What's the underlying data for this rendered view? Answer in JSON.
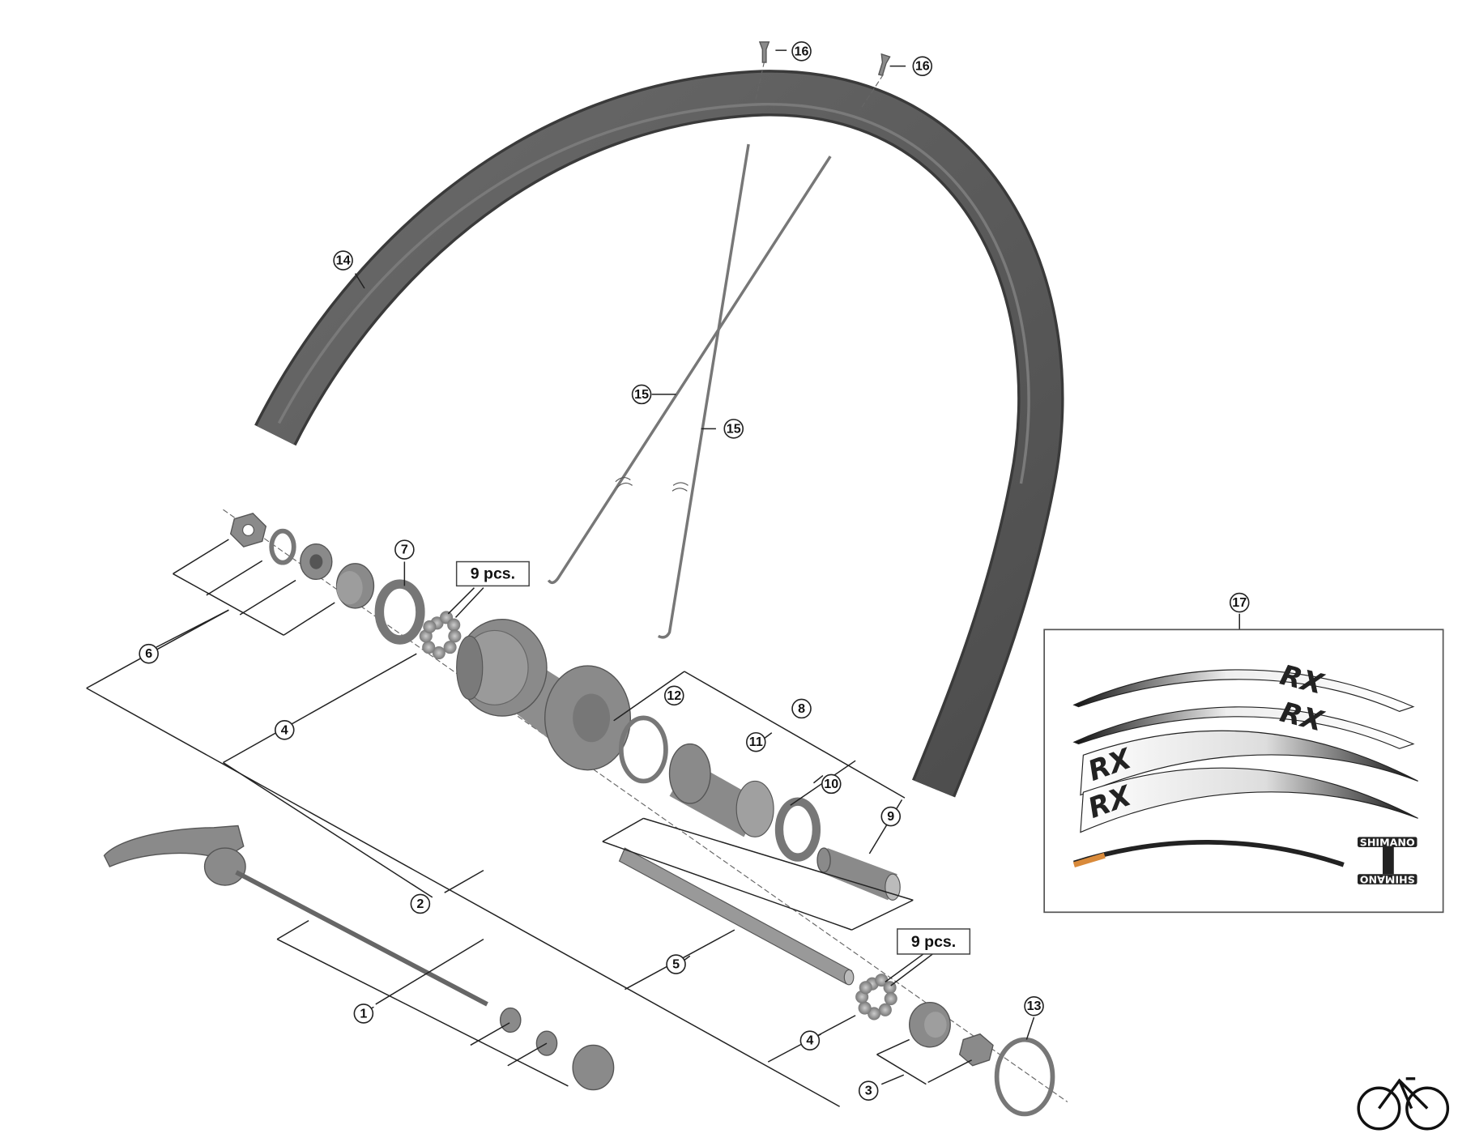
{
  "callouts": {
    "c16a": "16",
    "c16b": "16",
    "c14": "14",
    "c15a": "15",
    "c15b": "15",
    "c7": "7",
    "c6": "6",
    "c4a": "4",
    "c12": "12",
    "c8": "8",
    "c11": "11",
    "c10": "10",
    "c9": "9",
    "c17": "17",
    "c2": "2",
    "c5": "5",
    "c13": "13",
    "c1": "1",
    "c4b": "4",
    "c3": "3"
  },
  "quantity_labels": {
    "upper": "9 pcs.",
    "lower": "9 pcs."
  },
  "sticker_kit": {
    "logo_text": "RX",
    "brand": "SHIMANO"
  },
  "colors": {
    "part": "#8a8a8a",
    "rim": "#5a5a5a",
    "sticker_orange": "#d98a3a"
  }
}
